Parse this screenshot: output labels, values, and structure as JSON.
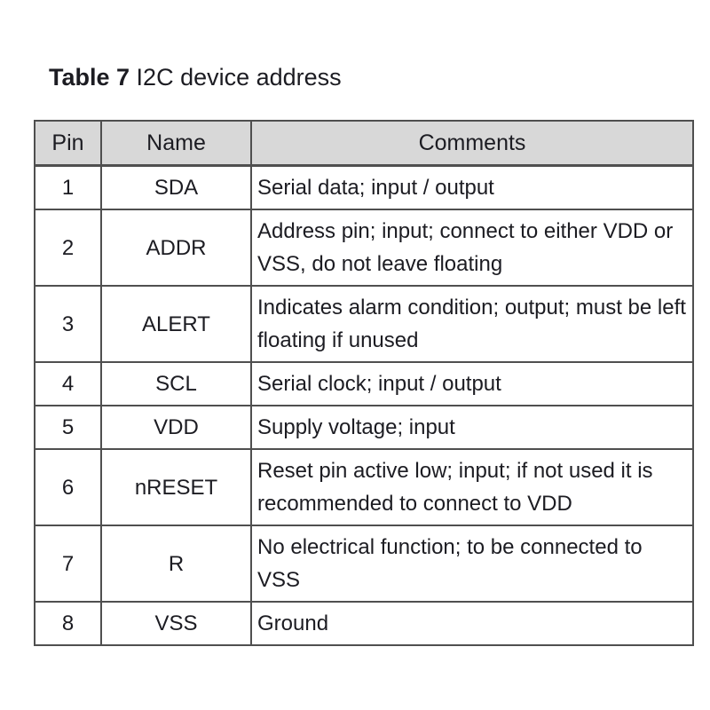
{
  "page": {
    "background": "#ffffff"
  },
  "title": {
    "prefix": "Table 7",
    "text": " I2C device address"
  },
  "table": {
    "header_bg": "#d8d8d8",
    "border_color": "#4f4f4f",
    "text_color": "#1c1c22",
    "columns": [
      "Pin",
      "Name",
      "Comments"
    ],
    "rows": [
      {
        "pin": "1",
        "name": "SDA",
        "comments": "Serial data; input / output"
      },
      {
        "pin": "2",
        "name": "ADDR",
        "comments": "Address pin; input; connect to either VDD or VSS, do not leave floating"
      },
      {
        "pin": "3",
        "name": "ALERT",
        "comments": "Indicates alarm condition; output; must be left floating if unused"
      },
      {
        "pin": "4",
        "name": "SCL",
        "comments": "Serial clock; input / output"
      },
      {
        "pin": "5",
        "name": "VDD",
        "comments": "Supply voltage; input"
      },
      {
        "pin": "6",
        "name": "nRESET",
        "comments": "Reset pin active low; input; if not used it is recommended to connect to VDD"
      },
      {
        "pin": "7",
        "name": "R",
        "comments": "No electrical function; to be connected to VSS"
      },
      {
        "pin": "8",
        "name": "VSS",
        "comments": "Ground"
      }
    ]
  }
}
